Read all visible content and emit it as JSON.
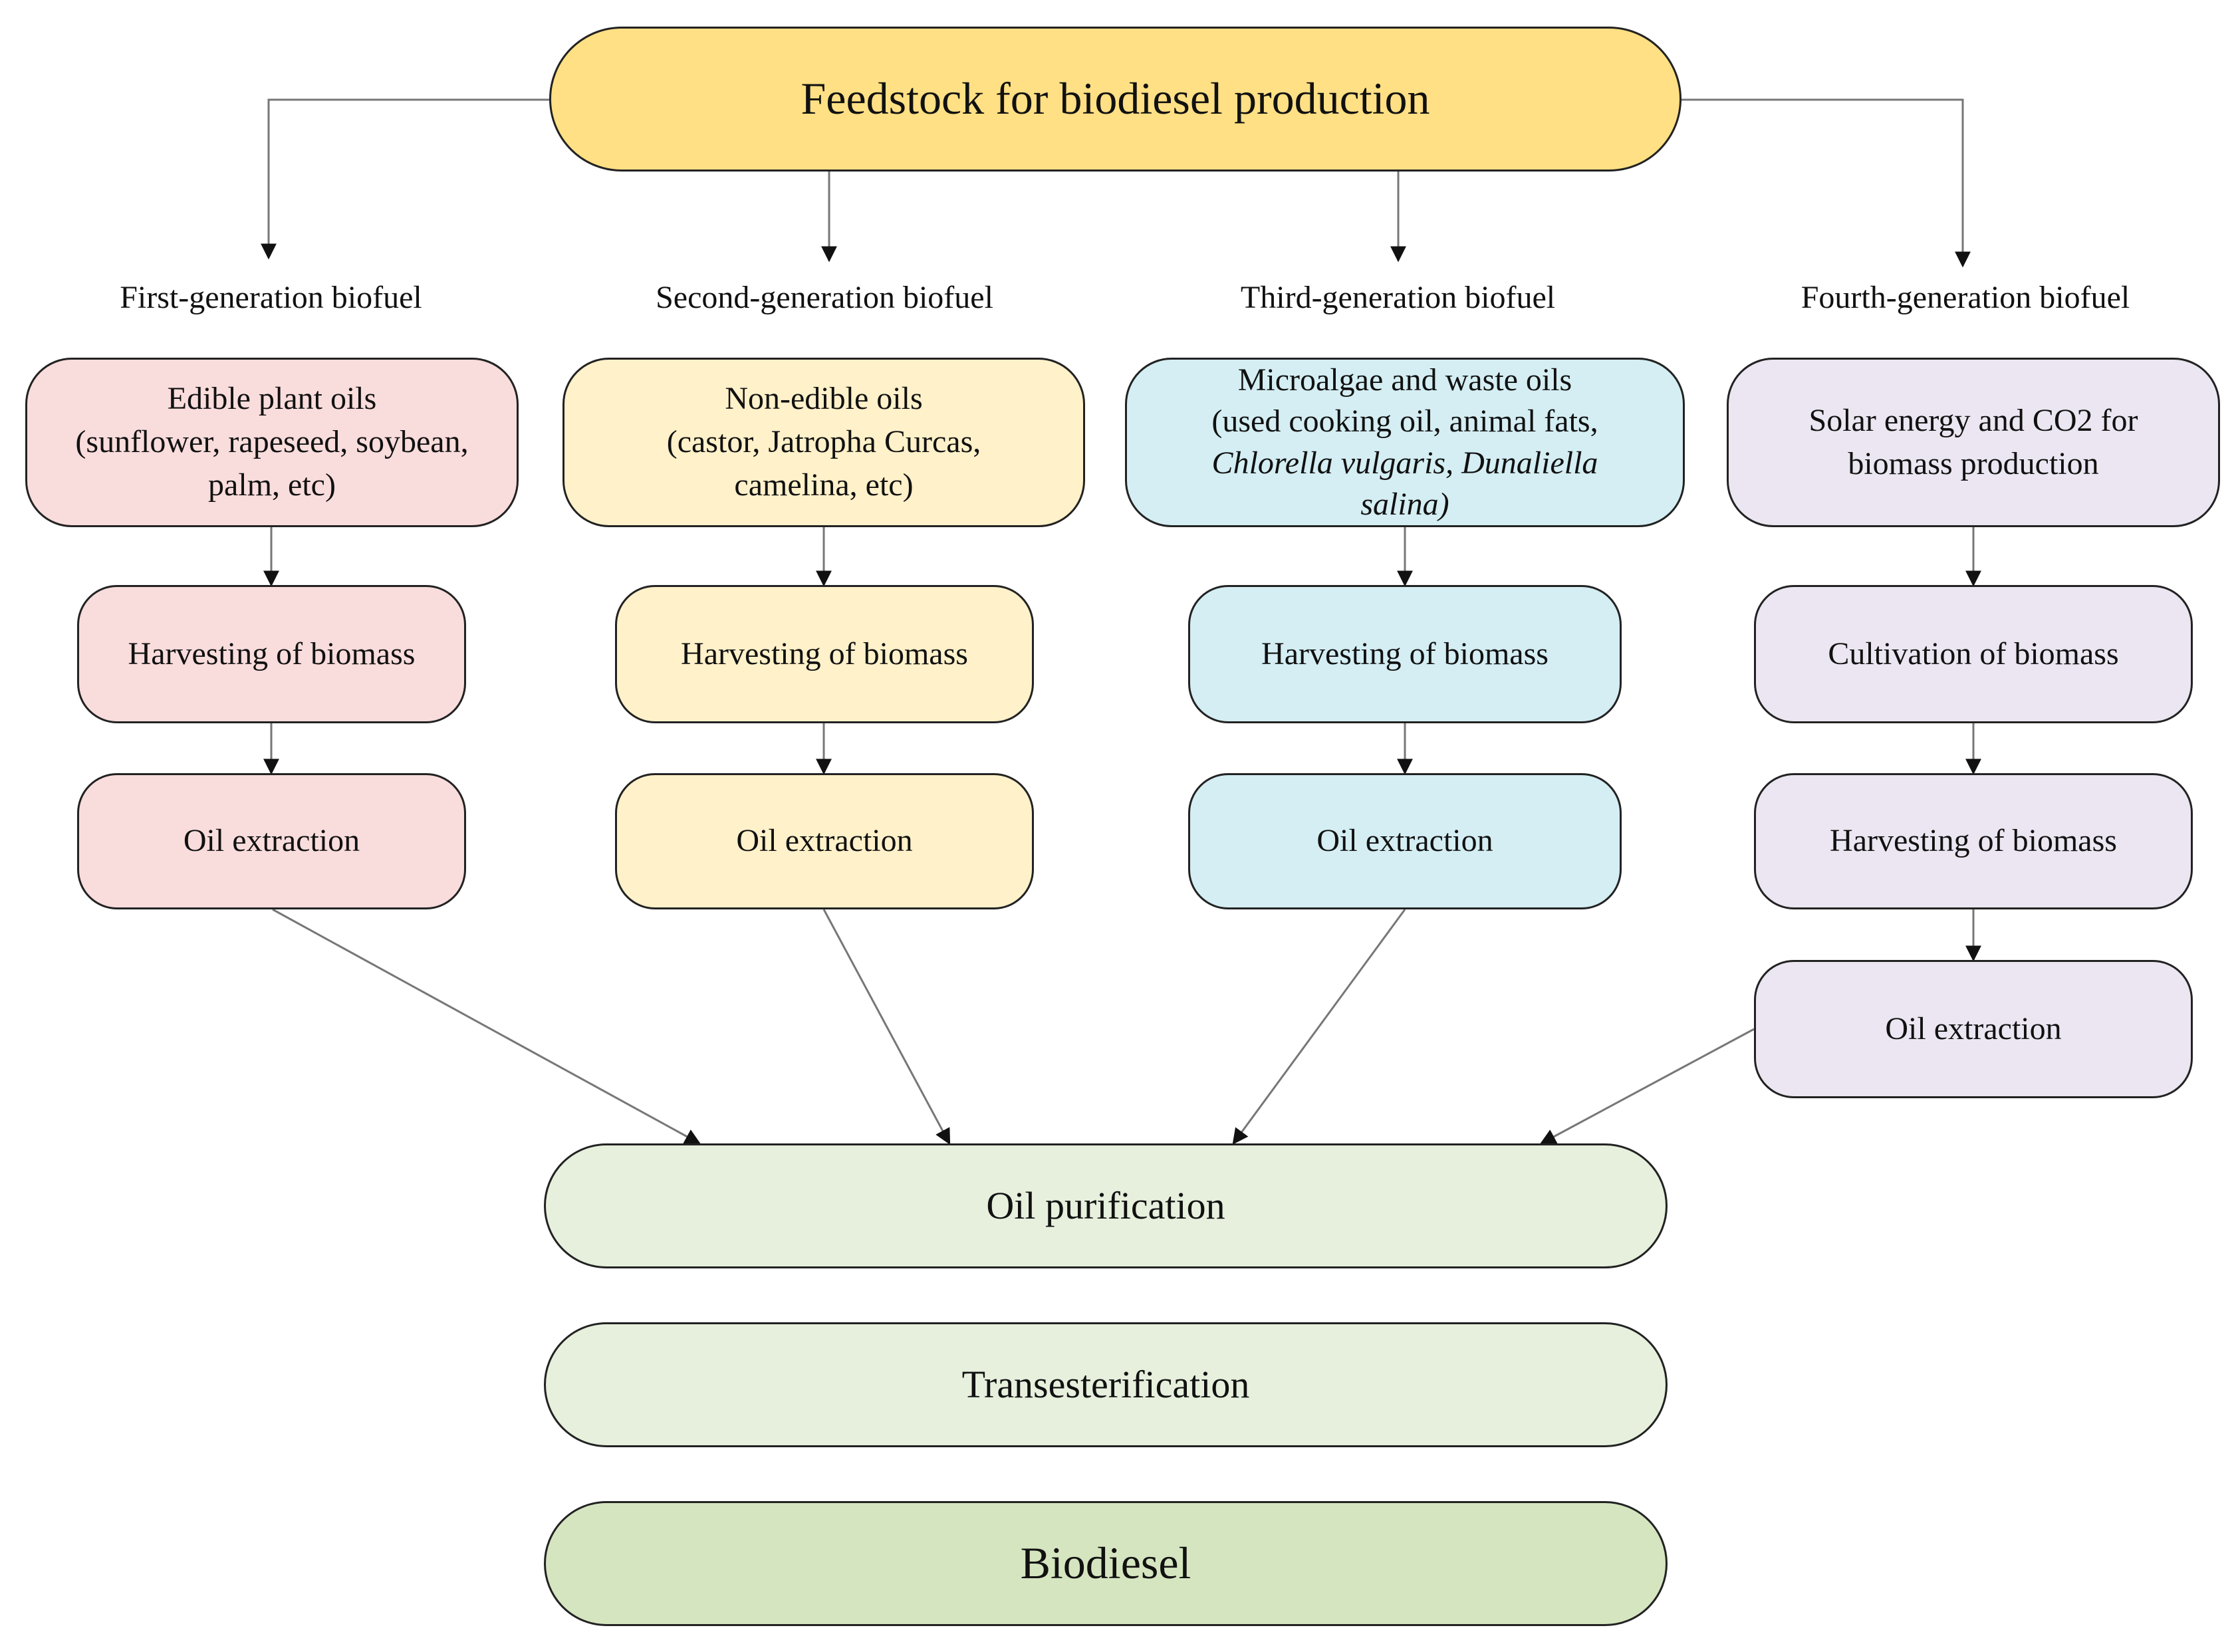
{
  "title": "Feedstock for biodiesel production",
  "generations": [
    {
      "title": "First-generation biofuel",
      "feedstock": [
        "Edible plant oils",
        "(sunflower, rapeseed, soybean,",
        "palm, etc)"
      ],
      "steps": [
        "Harvesting of biomass",
        "Oil extraction"
      ]
    },
    {
      "title": "Second-generation biofuel",
      "feedstock": [
        "Non-edible oils",
        "(castor, Jatropha Curcas,",
        "camelina, etc)"
      ],
      "steps": [
        "Harvesting of biomass",
        "Oil extraction"
      ]
    },
    {
      "title": "Third-generation biofuel",
      "feedstock": [
        "Microalgae and waste oils",
        "(used cooking oil, animal fats,",
        "Chlorella vulgaris, Dunaliella",
        "salina)"
      ],
      "steps": [
        "Harvesting of biomass",
        "Oil extraction"
      ]
    },
    {
      "title": "Fourth-generation biofuel",
      "feedstock": [
        "Solar energy and CO2 for",
        "biomass production"
      ],
      "steps": [
        "Cultivation of biomass",
        "Harvesting of biomass",
        "Oil extraction"
      ]
    }
  ],
  "final_steps": [
    "Oil purification",
    "Transesterification",
    "Biodiesel"
  ],
  "colors": {
    "top": "#ffe084",
    "first": "#f9dcdc",
    "second": "#fff1c9",
    "third": "#d4eef3",
    "fourth": "#ebe6f1",
    "process": "#e6f0dd",
    "product": "#d5e5c0"
  }
}
